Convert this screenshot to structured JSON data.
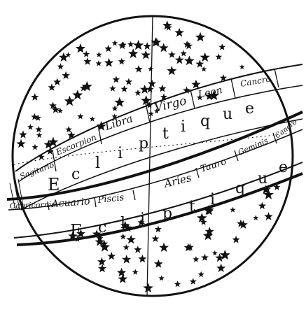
{
  "illustration": {
    "zodiac_upper": [
      "Sagitario",
      "Escorpion",
      "Libra",
      "Virgo",
      "Leon",
      "Cancro"
    ],
    "zodiac_lower": [
      "Capricornio",
      "Acuario",
      "Piscis",
      "Aries",
      "Tauro",
      "Geminis",
      "Cancro"
    ],
    "word_upper": [
      "E",
      "c",
      "l",
      "i",
      "p",
      "t",
      "i",
      "q",
      "u",
      "e"
    ],
    "word_lower": [
      "E",
      "c",
      "l",
      "i",
      "p",
      "t",
      "i",
      "q",
      "u",
      "e"
    ],
    "colors": {
      "ink": "#111111",
      "paper": "#ffffff"
    }
  }
}
